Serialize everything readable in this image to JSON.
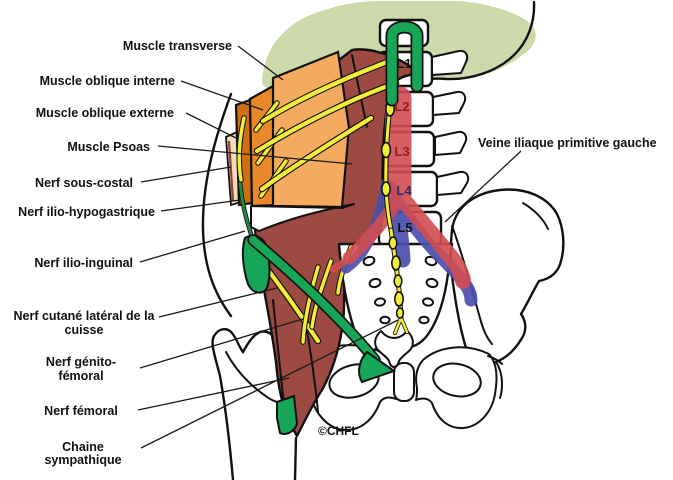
{
  "annotations": {
    "muscle_transverse": "Muscle transverse",
    "muscle_oblique_interne": "Muscle oblique interne",
    "muscle_oblique_externe": "Muscle oblique externe",
    "muscle_psoas": "Muscle Psoas",
    "nerf_sous_costal": "Nerf sous-costal",
    "nerf_ilio_hypogastrique": "Nerf ilio-hypogastrique",
    "nerf_ilio_inguinal": "Nerf ilio-inguinal",
    "nerf_cutane_line1": "Nerf cutané latéral de la",
    "nerf_cutane_line2": "cuisse",
    "nerf_genito_line1": "Nerf génito-",
    "nerf_genito_line2": "fémoral",
    "nerf_femoral": "Nerf fémoral",
    "chaine_line1": "Chaine",
    "chaine_line2": "sympathique",
    "veine_iliaque": "Veine iliaque primitive gauche"
  },
  "vertebrae": {
    "l1": "L1",
    "l2": "L2",
    "l3": "L3",
    "l4": "L4",
    "l5": "L5"
  },
  "credit": "©CHFL",
  "colors": {
    "muscle_transverse": "#f5ab5f",
    "muscle_oblique_interne": "#e8882a",
    "muscle_oblique_externe": "#cf6e12",
    "psoas": "#9c4a42",
    "nerve_yellow": "#f2ee38",
    "ligament_green": "#17a658",
    "artery_red": "#d24d52",
    "vein_blue": "#4a4fae",
    "diaphragm_green": "#ccd9ab",
    "vertebra_label_red": "#8e1d24",
    "vertebra_label_blue": "#27306b"
  }
}
